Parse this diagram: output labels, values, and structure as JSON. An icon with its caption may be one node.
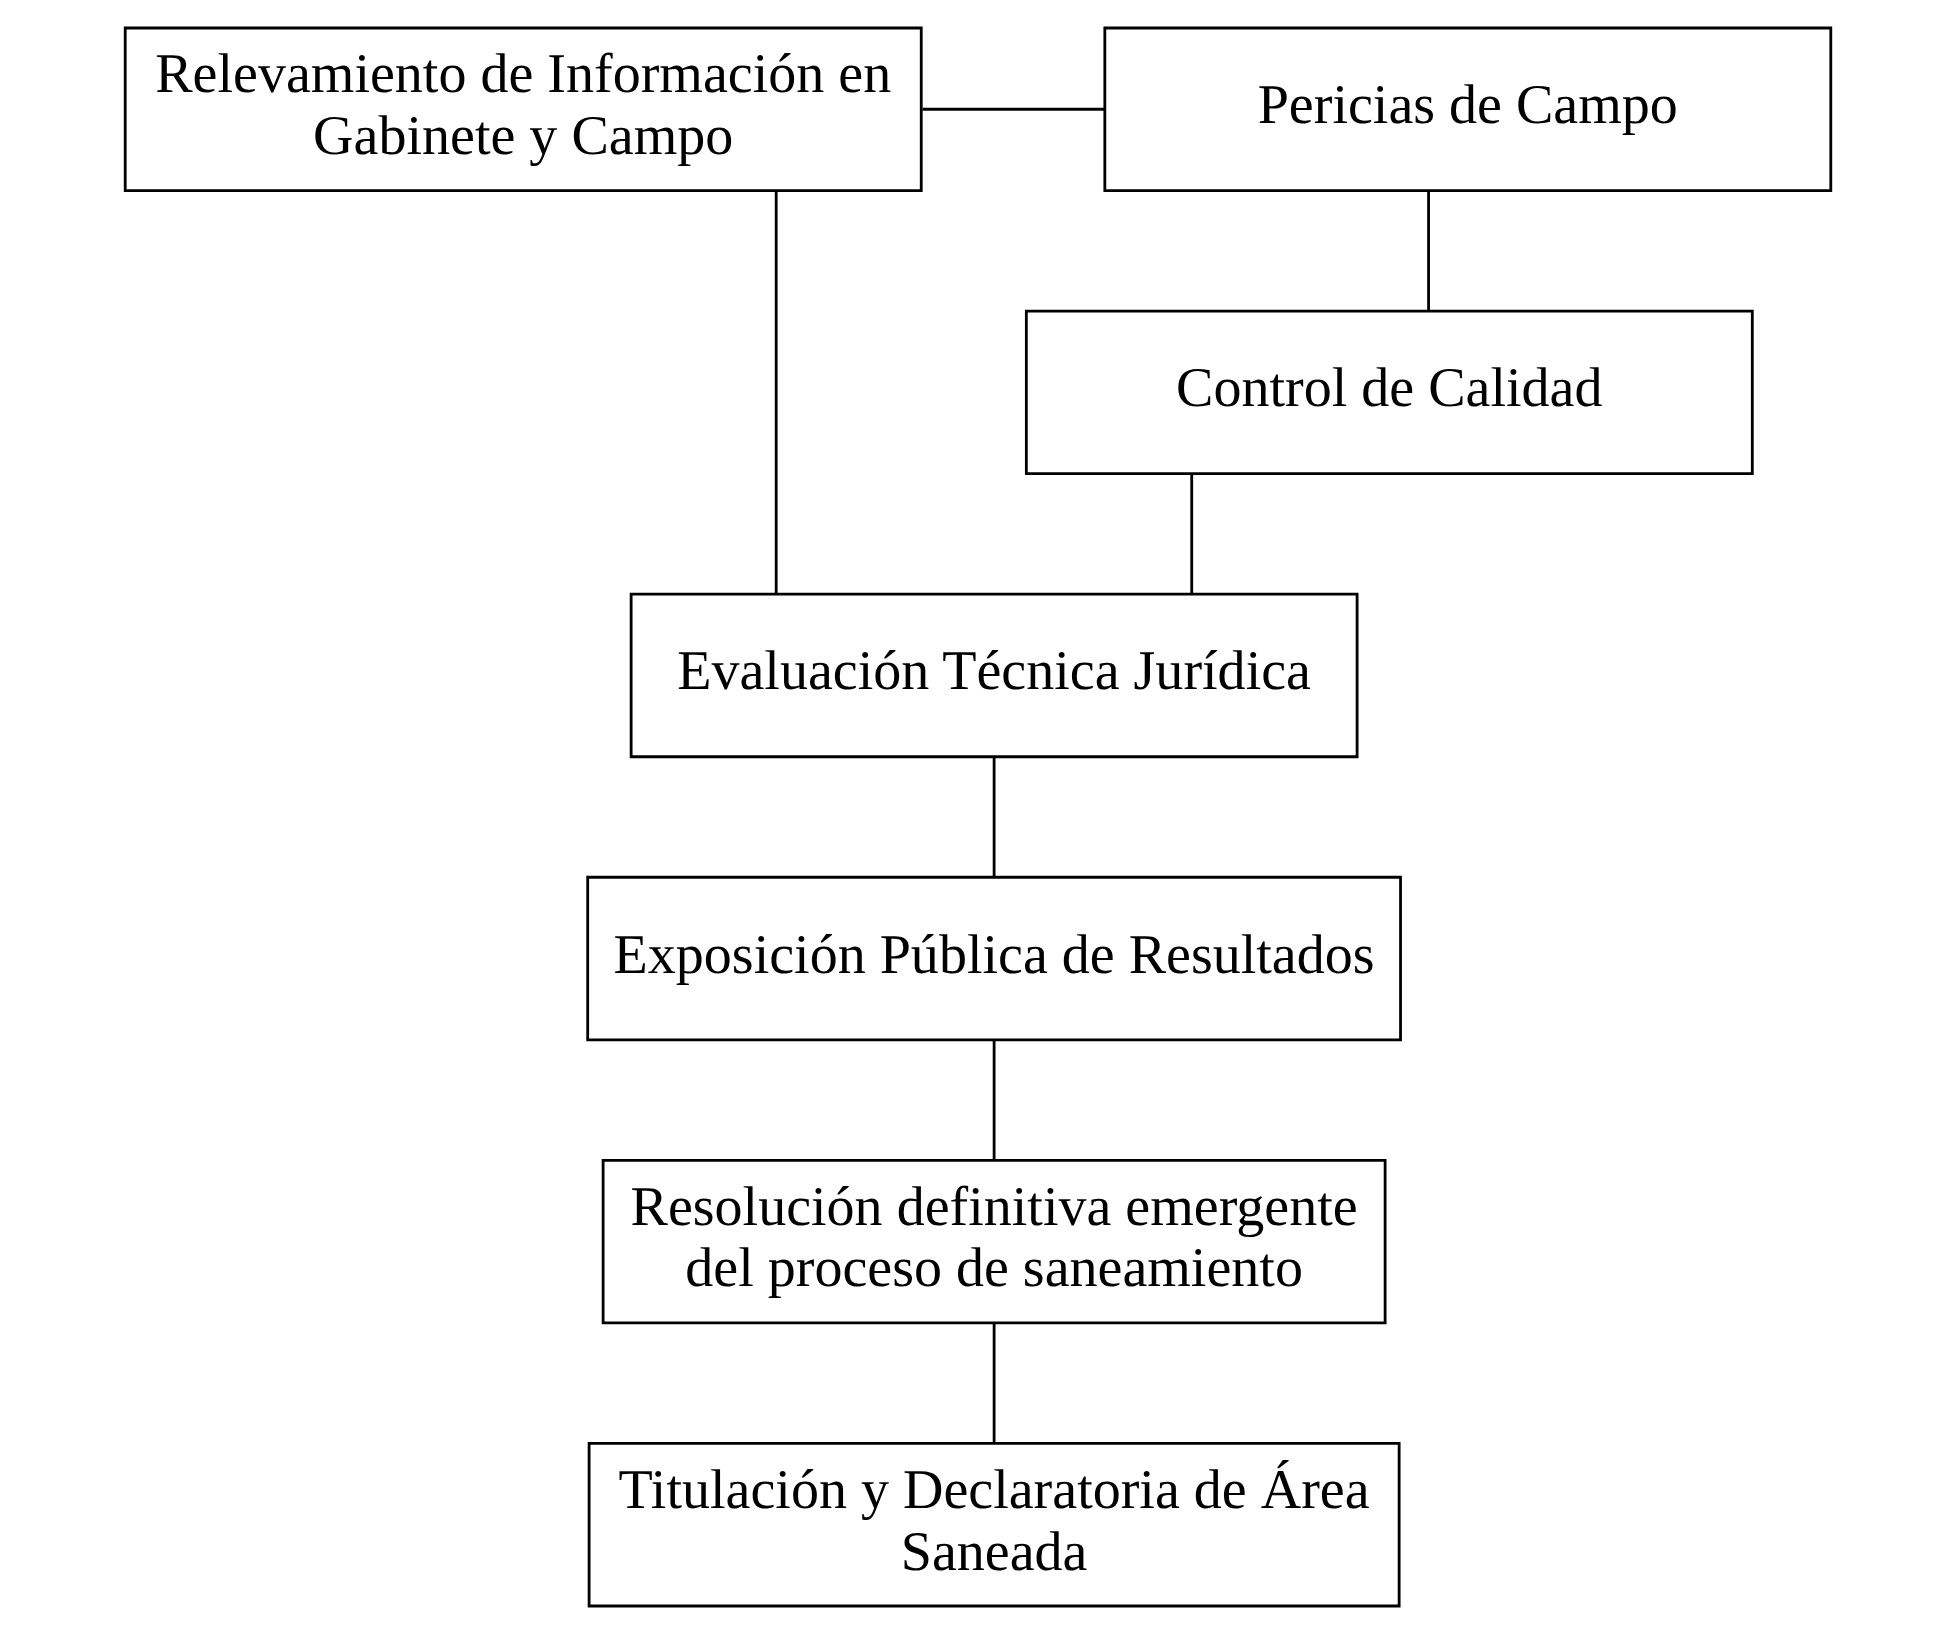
{
  "diagram": {
    "nodes": [
      {
        "text": [
          "Relevamiento de Información en Gabinete y Campo"
        ]
      },
      {
        "text": [
          "Pericias de Campo"
        ]
      },
      {
        "text": [
          "Control de Calidad"
        ]
      },
      {
        "text": [
          "Evaluación Técnica Jurídica"
        ]
      },
      {
        "text": [
          "Exposición Pública de Resultados"
        ]
      },
      {
        "text": [
          "Resolución definitiva emergente del proceso de saneamiento"
        ]
      },
      {
        "text": [
          "Titulación y Declaratoria de Área Saneada"
        ]
      }
    ],
    "edges": [
      {
        "from": 0,
        "to": 1,
        "arrow": "none"
      },
      {
        "from": 1,
        "to": 2,
        "arrow": "none"
      },
      {
        "from": 0,
        "to": 3,
        "arrow": "none"
      },
      {
        "from": 2,
        "to": 3,
        "arrow": "none"
      },
      {
        "from": 3,
        "to": 4,
        "arrow": "none"
      },
      {
        "from": 4,
        "to": 5,
        "arrow": "none"
      },
      {
        "from": 5,
        "to": 6,
        "arrow": "none"
      }
    ]
  }
}
